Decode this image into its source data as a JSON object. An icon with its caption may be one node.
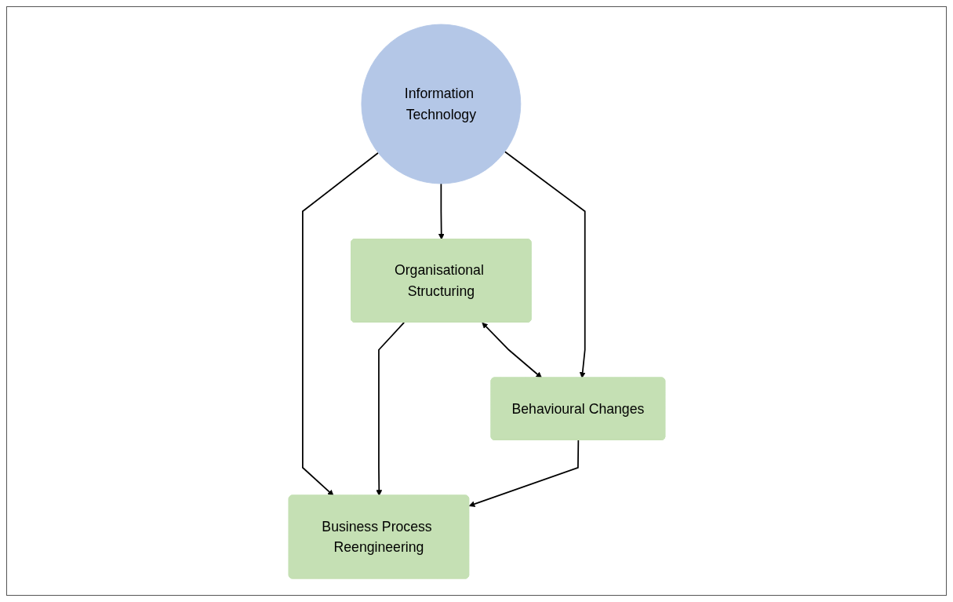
{
  "diagram": {
    "nodes": [
      {
        "text": [
          "Organisational Structuring"
        ]
      },
      {
        "text": [
          "Behavioural Changes"
        ]
      },
      {
        "text": [
          "Information Technology"
        ]
      },
      {
        "text": [
          "Business Process Reengineering"
        ]
      }
    ],
    "edges": [
      {
        "from": 0,
        "to": 1,
        "arrow": "both"
      },
      {
        "from": 2,
        "to": 0,
        "arrow": "to"
      },
      {
        "from": 2,
        "to": 1,
        "arrow": "to"
      },
      {
        "from": 2,
        "to": 3,
        "arrow": "to"
      },
      {
        "from": 0,
        "to": 3,
        "arrow": "to"
      },
      {
        "from": 1,
        "to": 3,
        "arrow": "to"
      }
    ]
  }
}
